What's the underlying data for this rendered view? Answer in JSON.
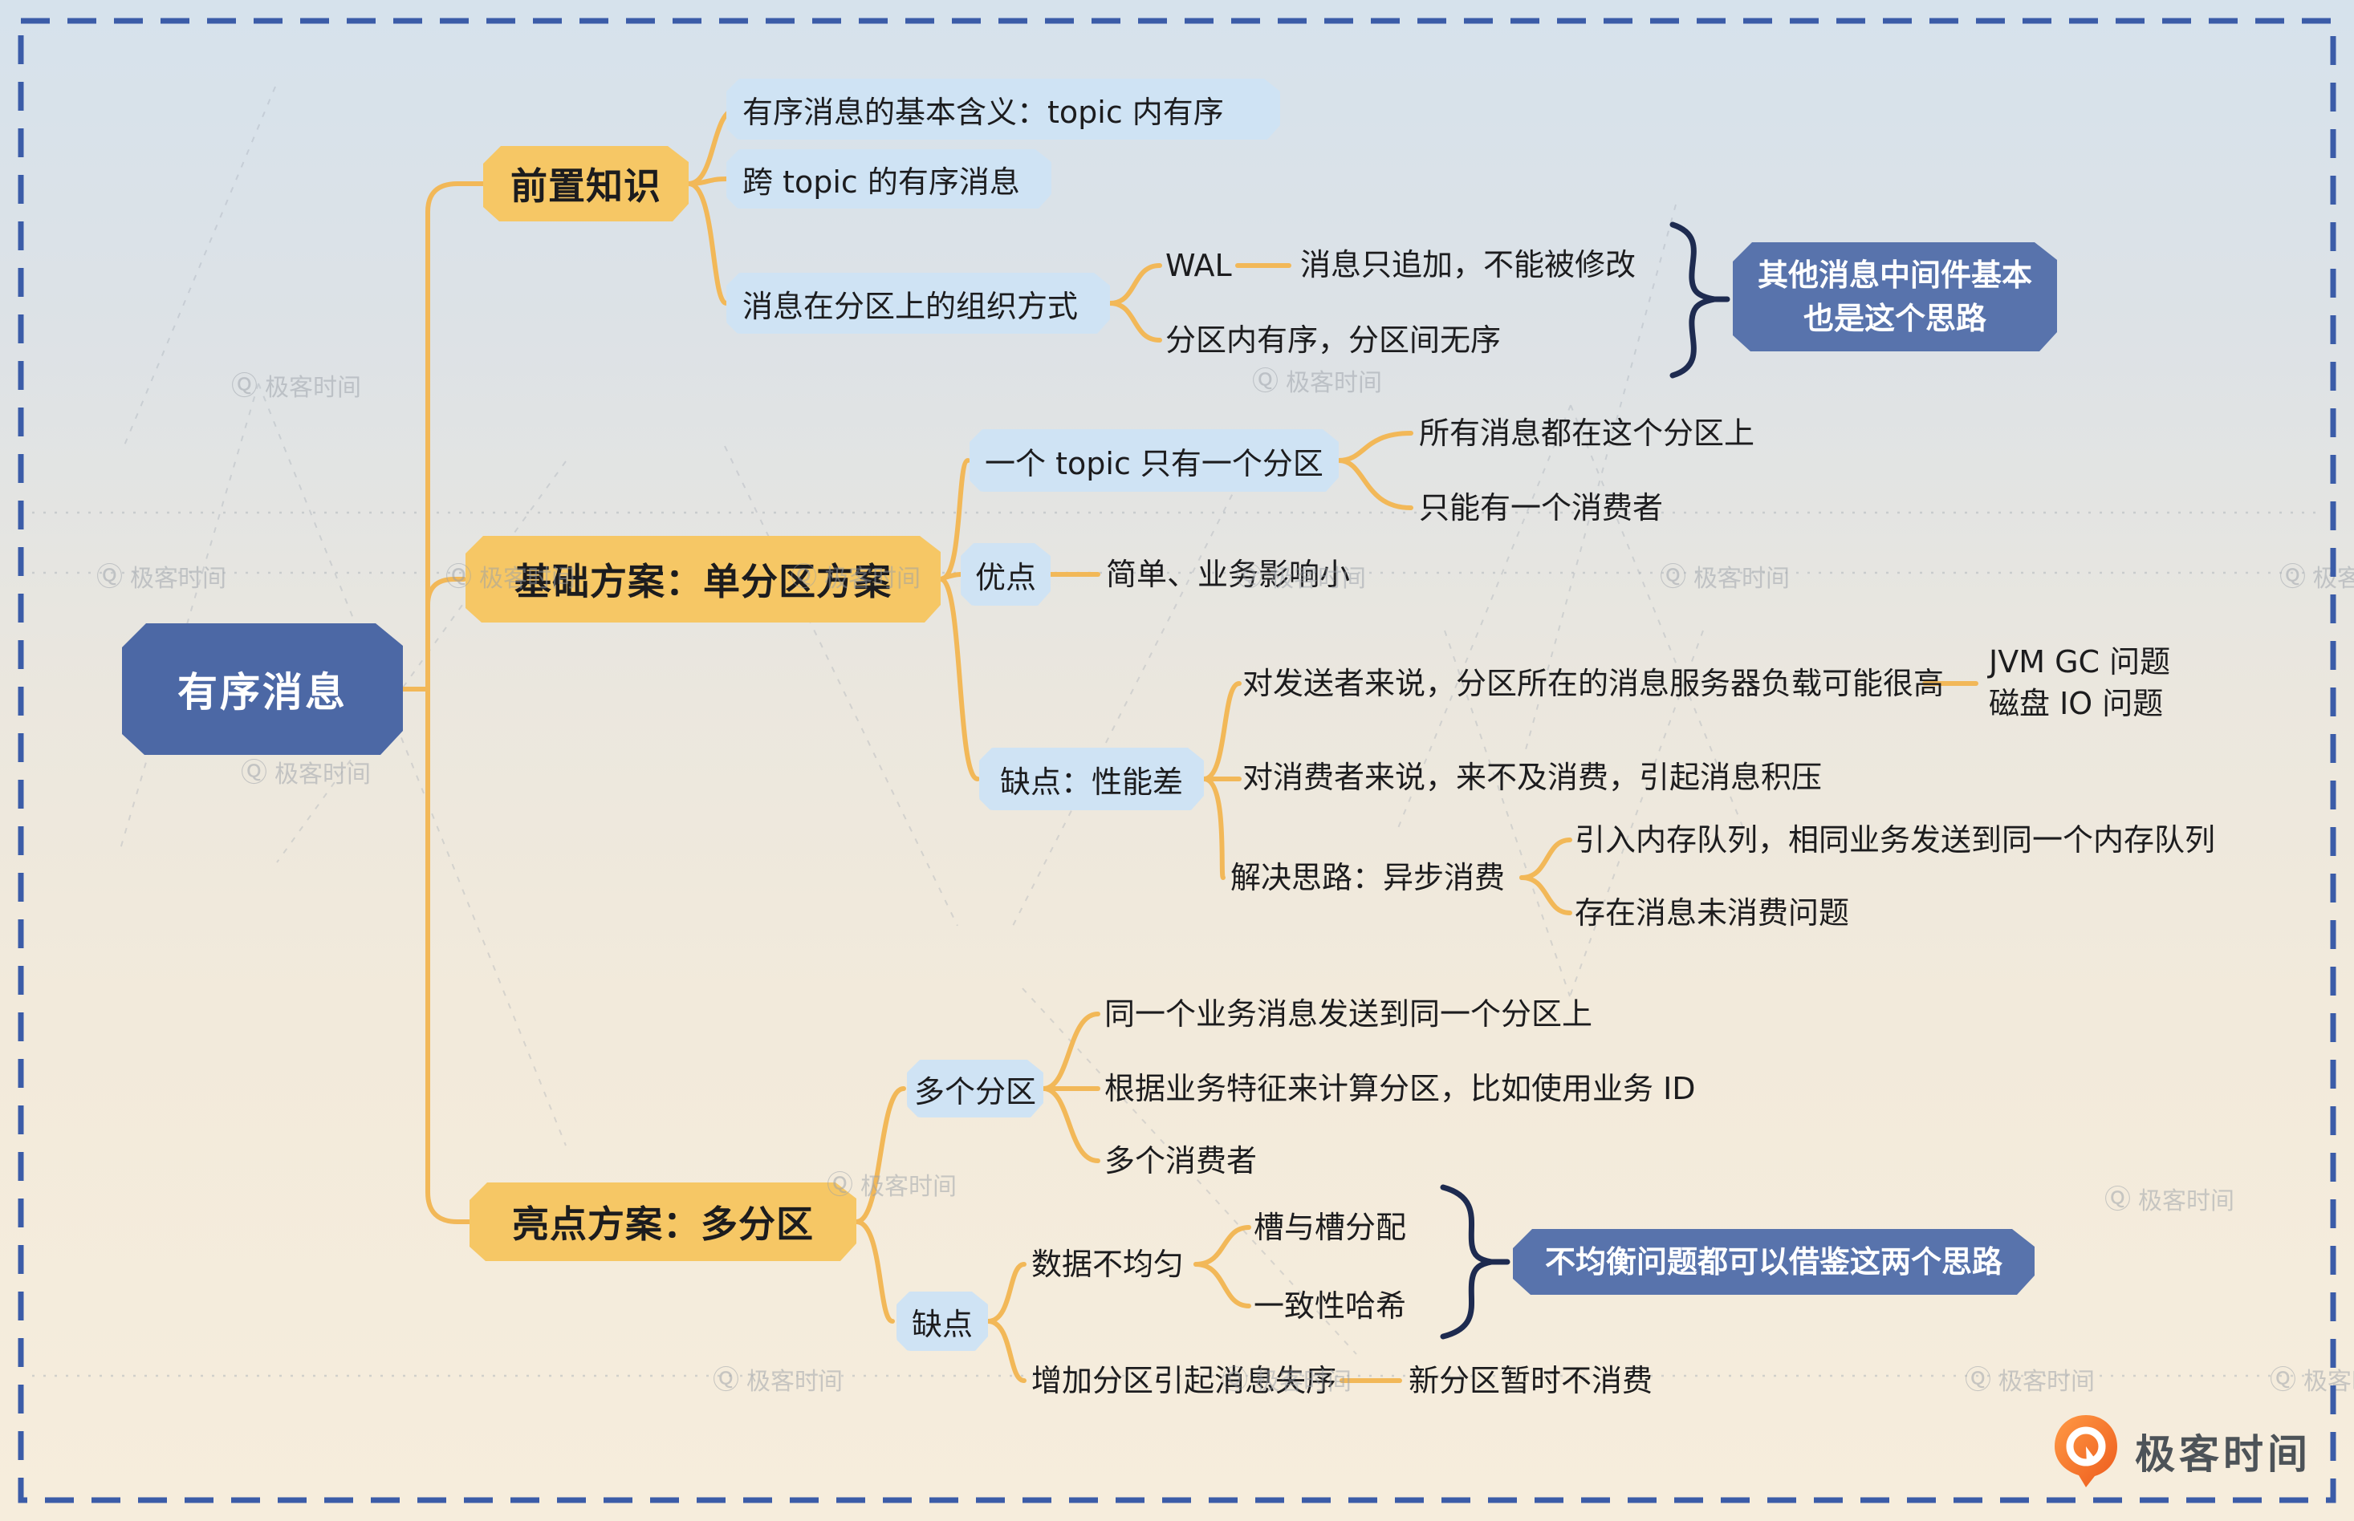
{
  "mindmap": {
    "root": {
      "label": "有序消息"
    },
    "branches": [
      {
        "label": "前置知识",
        "children": [
          {
            "label": "有序消息的基本含义：topic 内有序"
          },
          {
            "label": "跨 topic 的有序消息"
          },
          {
            "label": "消息在分区上的组织方式",
            "children": [
              {
                "label": "WAL",
                "children": [
                  {
                    "label": "消息只追加，不能被修改"
                  }
                ]
              },
              {
                "label": "分区内有序，分区间无序"
              }
            ],
            "summary": {
              "label": "其他消息中间件基本也是这个思路"
            }
          }
        ]
      },
      {
        "label": "基础方案：单分区方案",
        "children": [
          {
            "label": "一个 topic 只有一个分区",
            "children": [
              {
                "label": "所有消息都在这个分区上"
              },
              {
                "label": "只能有一个消费者"
              }
            ]
          },
          {
            "label": "优点",
            "children": [
              {
                "label": "简单、业务影响小"
              }
            ]
          },
          {
            "label": "缺点：性能差",
            "children": [
              {
                "label": "对发送者来说，分区所在的消息服务器负载可能很高",
                "children": [
                  {
                    "label": "JVM GC 问题"
                  },
                  {
                    "label": "磁盘 IO 问题"
                  }
                ]
              },
              {
                "label": "对消费者来说，来不及消费，引起消息积压"
              },
              {
                "label": "解决思路：异步消费",
                "children": [
                  {
                    "label": "引入内存队列，相同业务发送到同一个内存队列"
                  },
                  {
                    "label": "存在消息未消费问题"
                  }
                ]
              }
            ]
          }
        ]
      },
      {
        "label": "亮点方案：多分区",
        "children": [
          {
            "label": "多个分区",
            "children": [
              {
                "label": "同一个业务消息发送到同一个分区上"
              },
              {
                "label": "根据业务特征来计算分区，比如使用业务 ID"
              },
              {
                "label": "多个消费者"
              }
            ]
          },
          {
            "label": "缺点",
            "children": [
              {
                "label": "数据不均匀",
                "children": [
                  {
                    "label": "槽与槽分配"
                  },
                  {
                    "label": "一致性哈希"
                  }
                ],
                "summary": {
                  "label": "不均衡问题都可以借鉴这两个思路"
                }
              },
              {
                "label": "增加分区引起消息失序",
                "children": [
                  {
                    "label": "新分区暂时不消费"
                  }
                ]
              }
            ]
          }
        ]
      }
    ]
  },
  "watermark": {
    "label": "极客时间"
  },
  "logo": {
    "label": "极客时间"
  },
  "icons": {
    "watermark_logo": "Ⓠ"
  },
  "colors": {
    "branch_fill": "#f6c765",
    "child_fill": "#cfe3f4",
    "root_fill": "#4c68a5",
    "callout_fill": "#5873ac",
    "connector": "#f2b858",
    "brace": "#1e2b50",
    "border_dash": "#3b5ca8",
    "logo_orange": "#f4731c"
  }
}
